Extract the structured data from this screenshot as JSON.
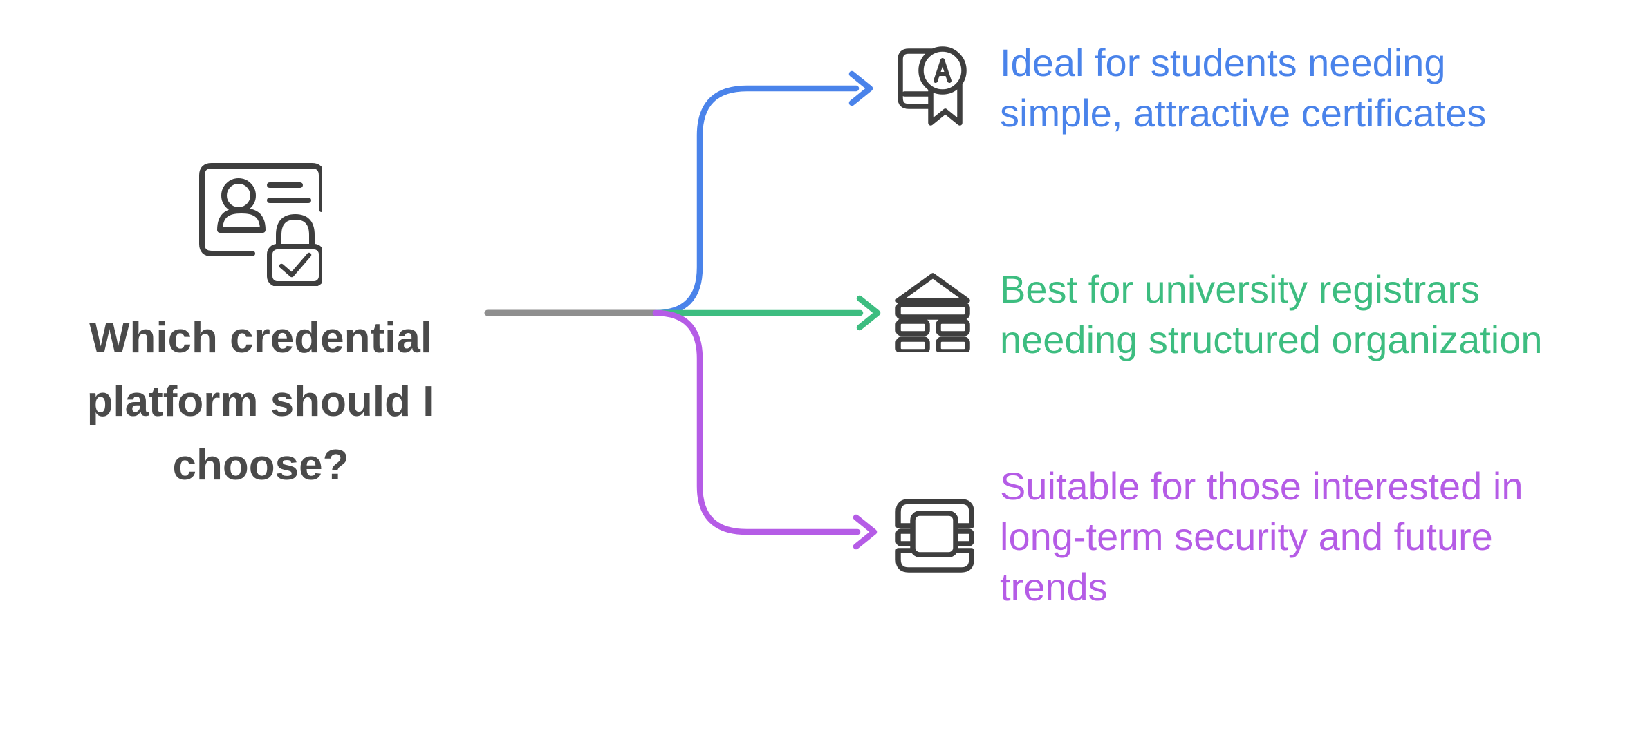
{
  "root": {
    "title": "Which credential\nplatform should I\nchoose?",
    "icon": "id-card-lock-icon"
  },
  "branches": [
    {
      "id": "simple-certificates",
      "label": "Ideal for students needing\nsimple, attractive certificates",
      "color": "#4a83ea",
      "icon": "certificate-award-icon"
    },
    {
      "id": "university-registrars",
      "label": "Best for university registrars\nneeding structured organization",
      "color": "#3dbd80",
      "icon": "university-building-icon"
    },
    {
      "id": "long-term-security",
      "label": "Suitable for those interested in\nlong-term security and future\ntrends",
      "color": "#b55ce6",
      "icon": "blockchain-block-icon"
    }
  ],
  "colors": {
    "background": "#ffffff",
    "title": "#4a4a4a",
    "icon_stroke": "#3e3e3e",
    "trunk": "#8f8f8f"
  }
}
